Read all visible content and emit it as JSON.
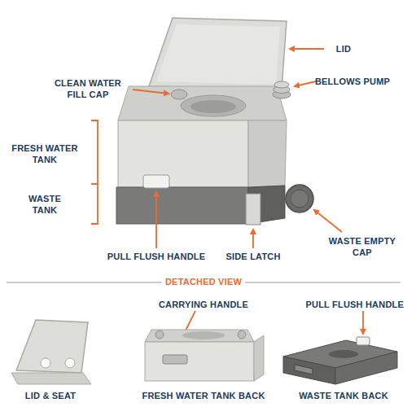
{
  "diagram": {
    "labels": [
      "LID",
      "CLEAN WATER FILL CAP",
      "BELLOWS PUMP",
      "FRESH WATER TANK",
      "WASTE TANK",
      "PULL FLUSH HANDLE",
      "SIDE LATCH",
      "WASTE EMPTY CAP",
      "DETACHED VIEW",
      "CARRYING HANDLE",
      "PULL FLUSH HANDLE",
      "LID & SEAT",
      "FRESH WATER TANK BACK",
      "WASTE TANK BACK"
    ]
  }
}
